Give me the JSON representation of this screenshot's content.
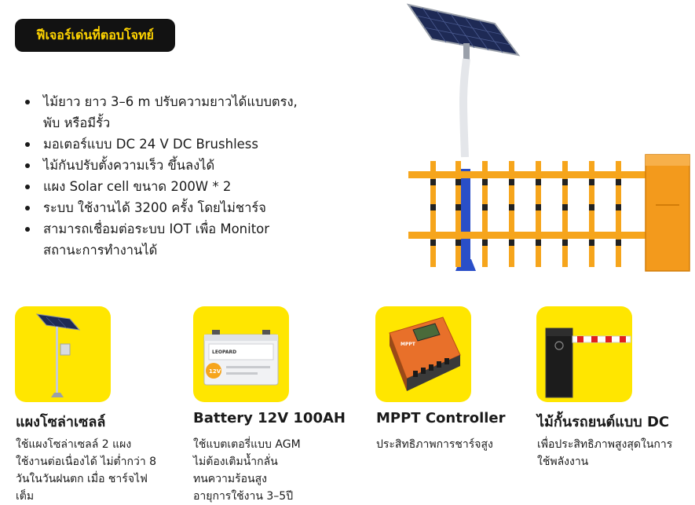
{
  "badge": "ฟีเจอร์เด่นที่ตอบโจทย์",
  "features": [
    [
      "ไม้ยาว ยาว 3–6 m ปรับความยาวได้แบบตรง,",
      "พับ หรือมีรั้ว"
    ],
    [
      "มอเตอร์แบบ DC 24 V DC   Brushless"
    ],
    [
      "ไม้กันปรับตั้งความเร็ว ขึ้นลงได้"
    ],
    [
      "แผง Solar cell ขนาด  200W * 2"
    ],
    [
      "ระบบ ใช้งานได้  3200 ครั้ง โดยไม่ชาร์จ"
    ],
    [
      "สามารถเชื่อมต่อระบบ IOT เพื่อ Monitor",
      "สถานะการทำงานได้"
    ]
  ],
  "cards": [
    {
      "title": "แผงโซล่าเซลล์",
      "lines": [
        "ใช้แผงโซล่าเซลล์ 2 แผง",
        "ใช้งานต่อเนื่องได้ ไม่ต่ำกว่า 8",
        "วันในวันฝนตก เมื่อ ชาร์จไฟ",
        "เต็ม"
      ]
    },
    {
      "title": "Battery 12V 100AH",
      "lines": [
        "ใช้แบตเตอรี่แบบ AGM",
        "ไม่ต้องเติมน้ำกลั่น",
        "ทนความร้อนสูง",
        "อายุการใช้งาน 3–5ปี"
      ]
    },
    {
      "title": "MPPT Controller",
      "lines": [
        "ประสิทธิภาพการชาร์จสูง"
      ]
    },
    {
      "title": "ไม้กั้นรถยนต์แบบ DC",
      "lines": [
        "เพื่อประสิทธิภาพสูงสุดในการ",
        "ใช้พลังงาน"
      ]
    }
  ],
  "product_labels": {
    "battery_brand": "LEOPARD",
    "battery_sticker": "12V",
    "controller_brand": "MPPT"
  },
  "colors": {
    "accent_yellow": "#ffe600",
    "badge_bg": "#121212",
    "badge_text": "#ffd400",
    "barrier_orange": "#f39a1c",
    "pole_blue": "#2a4fc8"
  }
}
